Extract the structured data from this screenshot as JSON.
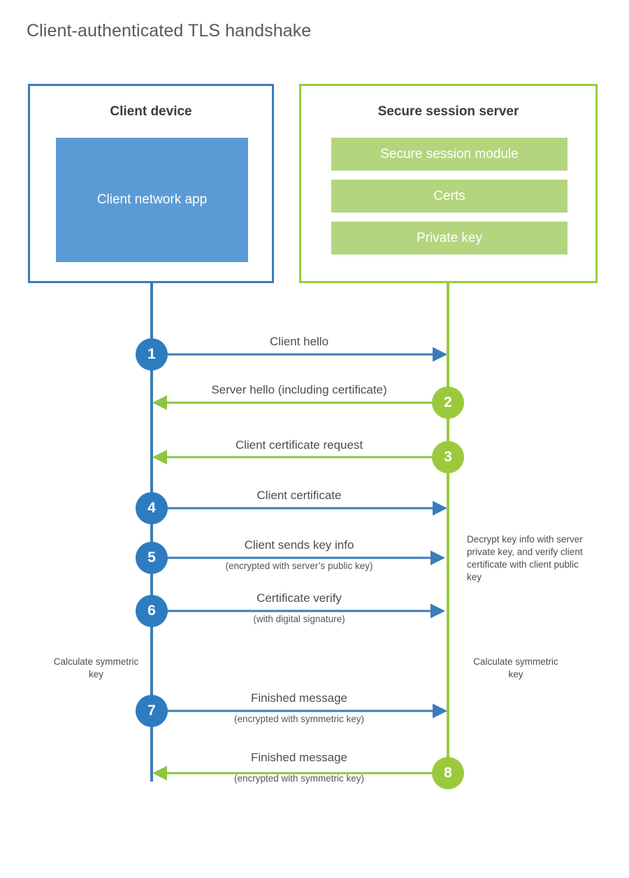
{
  "title": "Client-authenticated TLS handshake",
  "colors": {
    "client_blue": "#3a7cba",
    "client_app_blue": "#5b9bd5",
    "step_blue": "#2e7cc0",
    "server_green": "#9aca3c",
    "server_module_green": "#b3d57e",
    "text_gray": "#4d4d4d",
    "title_gray": "#595959"
  },
  "client": {
    "title": "Client device",
    "app_label": "Client network app"
  },
  "server": {
    "title": "Secure session server",
    "modules": [
      {
        "label": "Secure session module"
      },
      {
        "label": "Certs"
      },
      {
        "label": "Private key"
      }
    ]
  },
  "steps": [
    {
      "number": "1",
      "side": "client",
      "direction": "to-server",
      "primary": "Client hello",
      "secondary": ""
    },
    {
      "number": "2",
      "side": "server",
      "direction": "to-client",
      "primary": "Server hello (including certificate)",
      "secondary": ""
    },
    {
      "number": "3",
      "side": "server",
      "direction": "to-client",
      "primary": "Client certificate request",
      "secondary": ""
    },
    {
      "number": "4",
      "side": "client",
      "direction": "to-server",
      "primary": "Client certificate",
      "secondary": ""
    },
    {
      "number": "5",
      "side": "client",
      "direction": "to-server",
      "primary": "Client sends key info",
      "secondary": "(encrypted with server’s public key)"
    },
    {
      "number": "6",
      "side": "client",
      "direction": "to-server",
      "primary": "Certificate verify",
      "secondary": "(with digital signature)"
    },
    {
      "number": "7",
      "side": "client",
      "direction": "to-server",
      "primary": "Finished message",
      "secondary": "(encrypted with symmetric key)"
    },
    {
      "number": "8",
      "side": "server",
      "direction": "to-client",
      "primary": "Finished message",
      "secondary": "(encrypted with symmetric key)"
    }
  ],
  "notes": {
    "server_decrypt": "Decrypt key info with server private key, and verify client certificate with client public key",
    "client_calculate": "Calculate symmetric key",
    "server_calculate": "Calculate symmetric key"
  }
}
